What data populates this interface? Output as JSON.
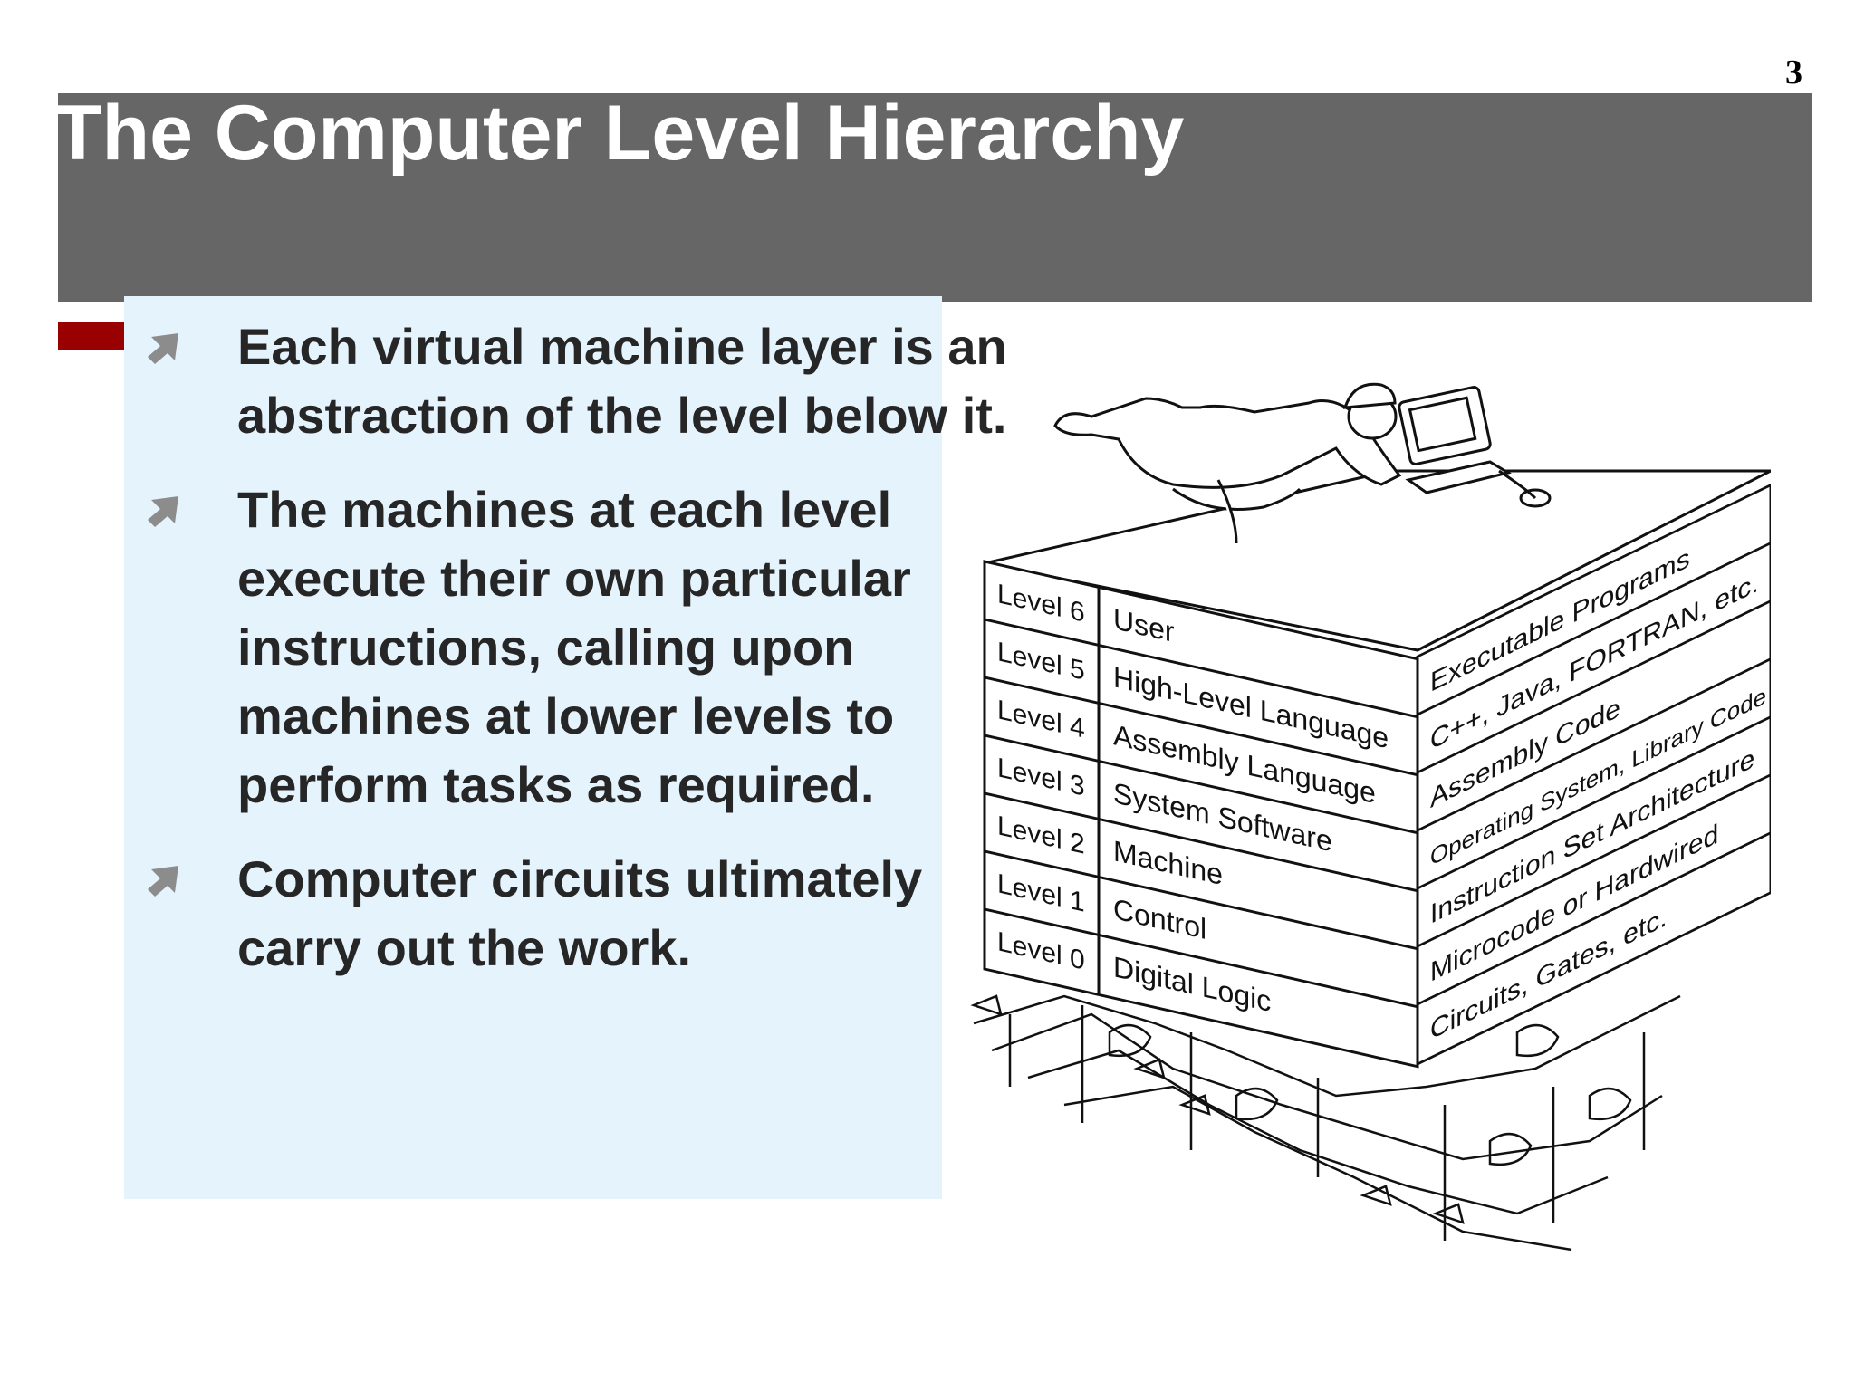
{
  "slide": {
    "page_number": "3",
    "title": "The Computer Level Hierarchy",
    "bullets": [
      {
        "icon": "arrow-up-right-icon",
        "text": "Each virtual machine layer is an abstraction of the level below it."
      },
      {
        "icon": "arrow-up-right-icon",
        "text": "The machines at each level execute their own particular instructions, calling upon machines at lower levels to perform tasks as required."
      },
      {
        "icon": "arrow-up-right-icon",
        "text": "Computer circuits ultimately carry out the work."
      }
    ]
  },
  "figure": {
    "levels": [
      {
        "level": "Level 6",
        "name": "User",
        "description": "Executable Programs"
      },
      {
        "level": "Level 5",
        "name": "High-Level Language",
        "description": "C++, Java, FORTRAN, etc."
      },
      {
        "level": "Level 4",
        "name": "Assembly Language",
        "description": "Assembly Code"
      },
      {
        "level": "Level 3",
        "name": "System Software",
        "description": "Operating System, Library Code"
      },
      {
        "level": "Level 2",
        "name": "Machine",
        "description": "Instruction Set Architecture"
      },
      {
        "level": "Level 1",
        "name": "Control",
        "description": "Microcode or Hardwired"
      },
      {
        "level": "Level 0",
        "name": "Digital Logic",
        "description": "Circuits, Gates, etc."
      }
    ]
  },
  "colors": {
    "title_band": "#666666",
    "accent_red": "#990000",
    "content_box": "#e5f3fc",
    "bullet_icon": "#8c8c8c",
    "text": "#262626"
  }
}
